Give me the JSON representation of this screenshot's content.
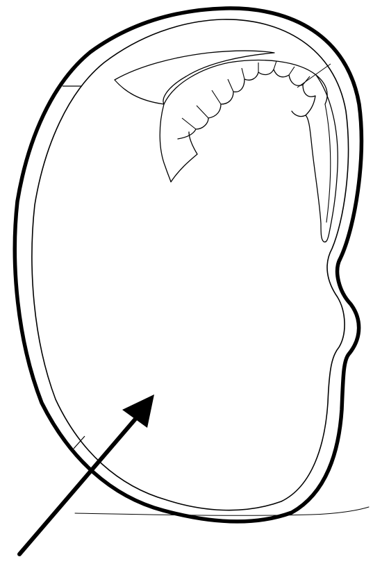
{
  "diagram": {
    "subject": "",
    "parts": [
      {
        "id": "seed-coat-outer"
      },
      {
        "id": "seed-coat-inner"
      },
      {
        "id": "cotyledon"
      },
      {
        "id": "embryo-plumule"
      },
      {
        "id": "embryo-radicle"
      },
      {
        "id": "hilum"
      },
      {
        "id": "pointer-arrow"
      }
    ],
    "labels": []
  },
  "colors": {
    "background": "#ffffff",
    "line": "#000000"
  }
}
